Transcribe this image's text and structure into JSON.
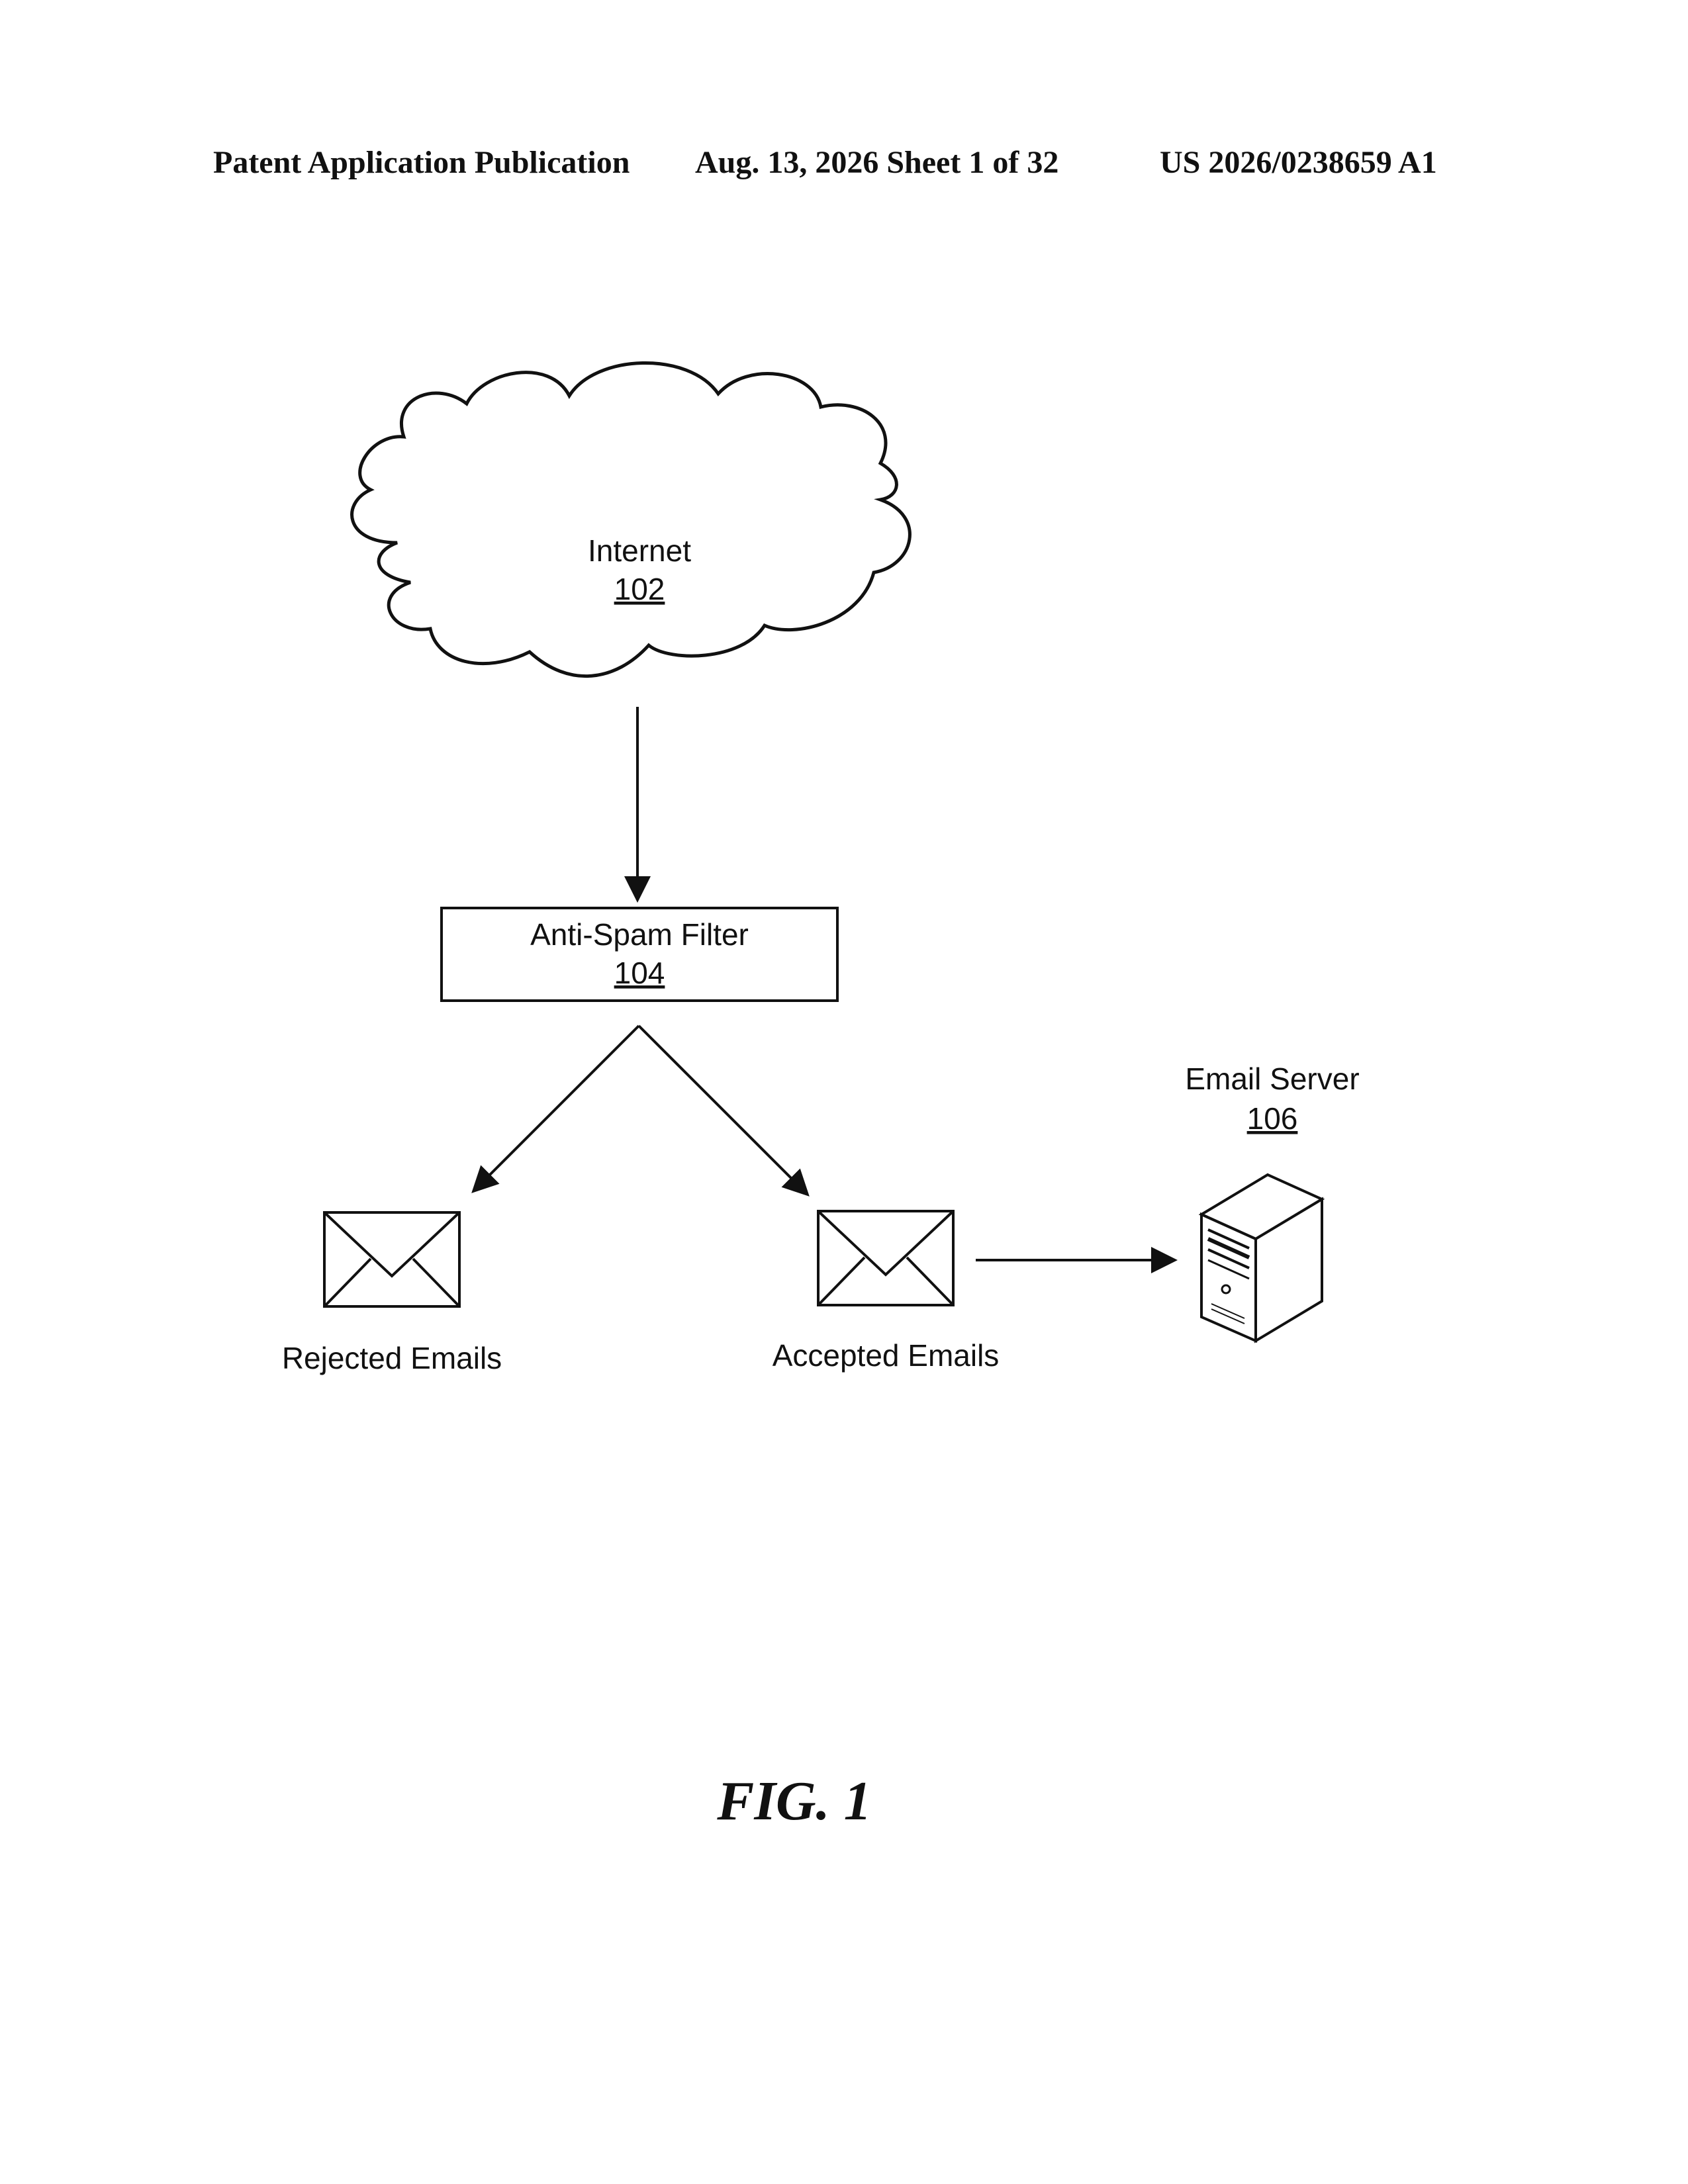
{
  "header": {
    "left": "Patent Application Publication",
    "middle": "Aug. 13, 2026  Sheet 1 of 32",
    "right": "US 2026/0238659 A1"
  },
  "diagram": {
    "internet": {
      "label": "Internet",
      "ref": "102"
    },
    "filter": {
      "label": "Anti-Spam Filter",
      "ref": "104"
    },
    "server": {
      "label": "Email Server",
      "ref": "106"
    },
    "rejected": {
      "label": "Rejected Emails"
    },
    "accepted": {
      "label": "Accepted Emails"
    }
  },
  "figure_label": "FIG. 1",
  "icons": [
    "cloud-icon",
    "envelope-icon",
    "server-icon"
  ]
}
